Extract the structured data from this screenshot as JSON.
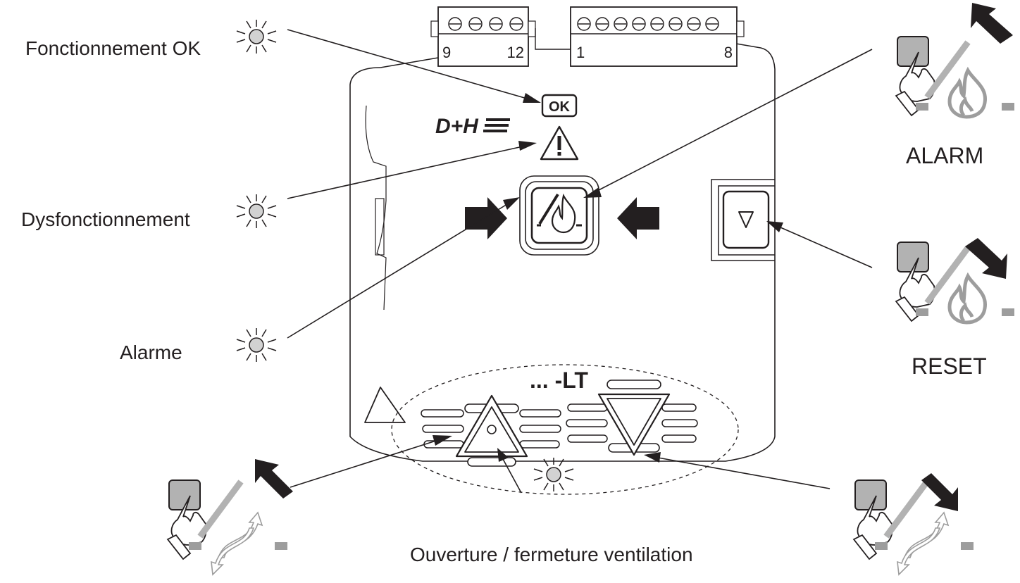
{
  "labels": {
    "ok": "Fonctionnement OK",
    "fault": "Dysfonctionnement",
    "alarm": "Alarme",
    "ventilation": "Ouverture / fermeture ventilation",
    "alarm_action": "ALARM",
    "reset_action": "RESET"
  },
  "device": {
    "brand": "D+H",
    "terminal_left": [
      "9",
      "12"
    ],
    "terminal_right": [
      "1",
      "8"
    ],
    "ok_indicator": "OK",
    "model_suffix": "... -LT"
  },
  "icons": {
    "led": "led-icon",
    "warning": "warning-triangle-icon",
    "fire": "fire-icon",
    "hand": "hand-press-icon",
    "reset": "reset-triangle-icon",
    "open": "open-triangle-icon",
    "close": "close-triangle-icon"
  },
  "colors": {
    "line": "#231f20",
    "led": "#d2d2d2",
    "key": "#b2b2b2",
    "flame": "#9d9d9d"
  }
}
